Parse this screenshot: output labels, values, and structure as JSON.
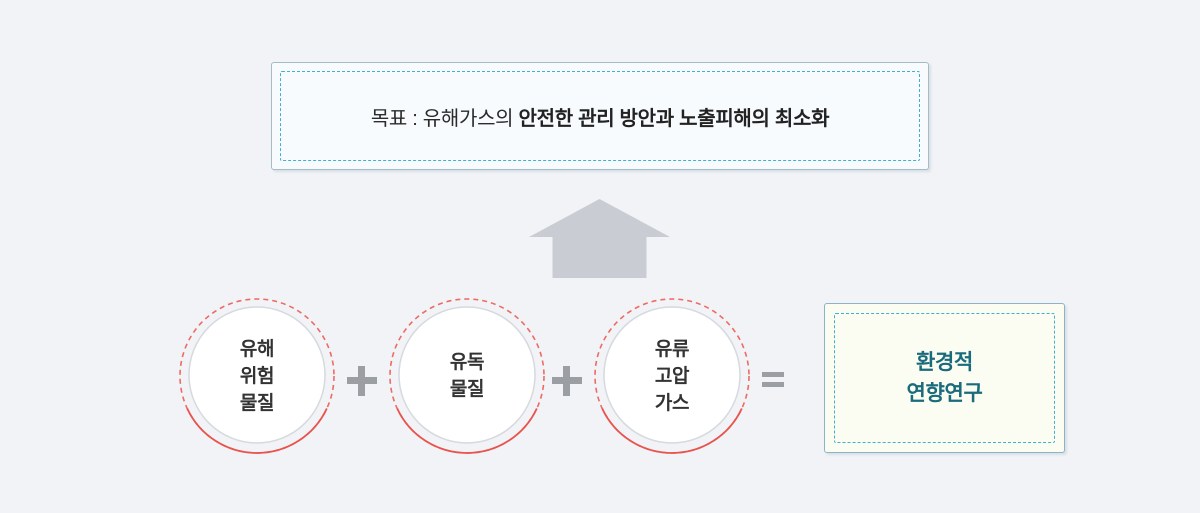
{
  "page": {
    "background": "#f1f3f6"
  },
  "goal_box": {
    "prefix": "목표 : 유해가스의 ",
    "emphasis": "안전한 관리 방안과 노출피해의 최소화",
    "background": "#f7fbfd",
    "border_color": "#a5bbc6",
    "dashed_border_color": "#3fb0ce"
  },
  "arrow": {
    "icon": "up-arrow",
    "color": "#c9ccd2"
  },
  "formula": {
    "factors": [
      {
        "lines": [
          "유해",
          "위험",
          "물질"
        ]
      },
      {
        "lines": [
          "유독",
          "물질"
        ]
      },
      {
        "lines": [
          "유류",
          "고압",
          "가스"
        ]
      }
    ],
    "operators": [
      "+",
      "+",
      "="
    ],
    "result": {
      "lines": [
        "환경적",
        "연향연구"
      ],
      "text_color": "#1a6b7c",
      "background": "#fbfdf2",
      "border_color": "#8cb4c4",
      "dashed_border_color": "#3fb0ce"
    }
  },
  "colors": {
    "circle_ring_red_solid": "#e9534d",
    "circle_ring_red_dashed": "#ee6b64",
    "circle_fill": "#ffffff",
    "circle_border": "#d6d9dd",
    "operator_gray": "#9b9ea2",
    "arrow_gray": "#c9ccd2",
    "title_text": "#2b2b2b",
    "circle_text": "#333333"
  }
}
